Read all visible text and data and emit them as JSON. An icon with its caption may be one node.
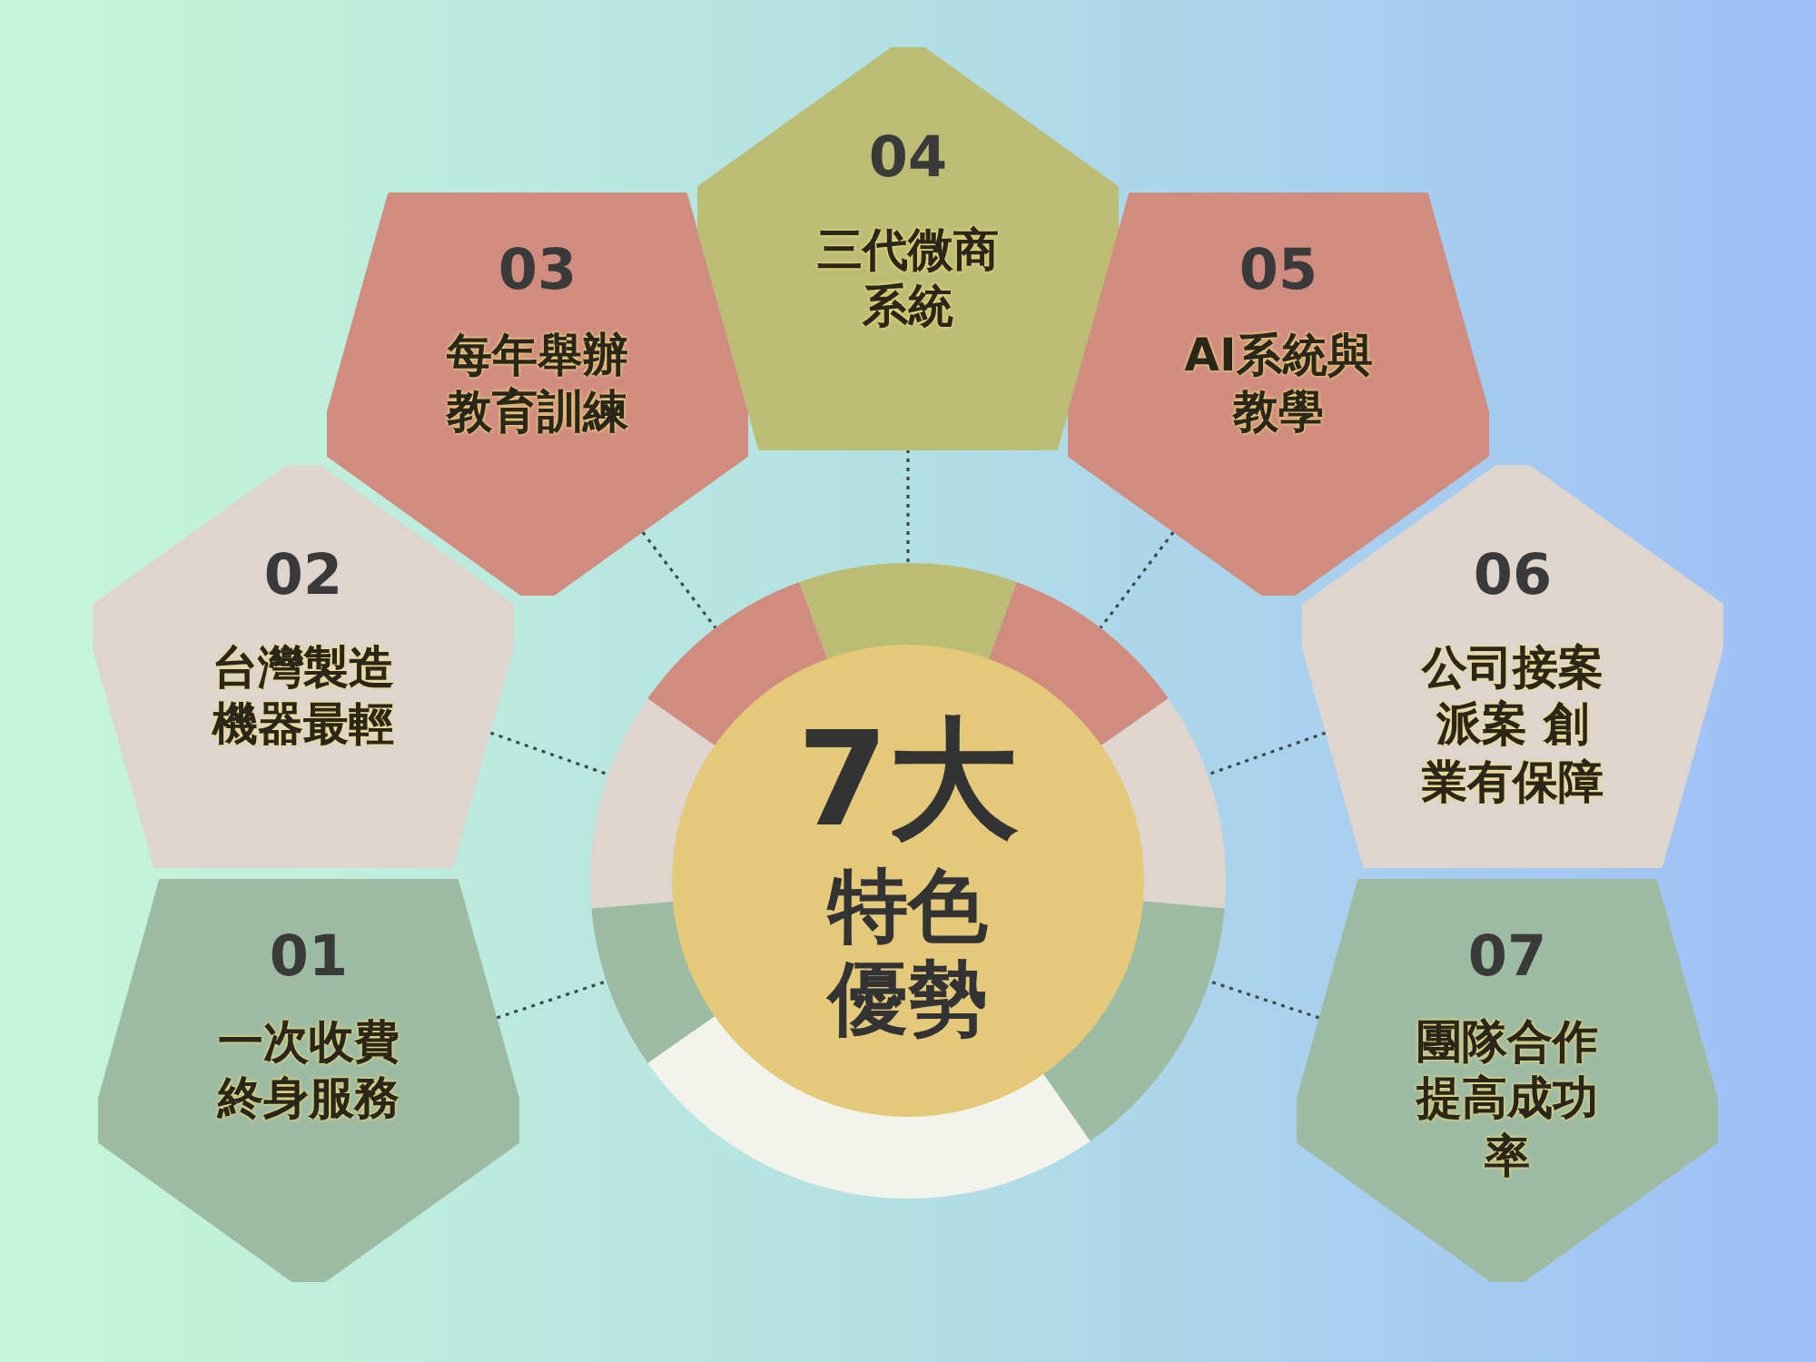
{
  "diagram": {
    "nodes": [
      {
        "text": [
          "7大",
          "特色優勢"
        ]
      },
      {
        "text": [
          "01",
          "一次收費終身服務"
        ]
      },
      {
        "text": [
          "02",
          "台灣製造機器最輕"
        ]
      },
      {
        "text": [
          "03",
          "每年舉辦教育訓練"
        ]
      },
      {
        "text": [
          "04",
          "三代微商系統"
        ]
      },
      {
        "text": [
          "05",
          "AI系統與教學"
        ]
      },
      {
        "text": [
          "06",
          "公司接案派案 創業有保障"
        ]
      },
      {
        "text": [
          "07",
          "團隊合作提高成功率"
        ]
      }
    ],
    "edges": [
      {
        "from": 1,
        "to": 0,
        "arrow": "none",
        "style": "dashed"
      },
      {
        "from": 2,
        "to": 0,
        "arrow": "none",
        "style": "dashed"
      },
      {
        "from": 3,
        "to": 0,
        "arrow": "none",
        "style": "dashed"
      },
      {
        "from": 4,
        "to": 0,
        "arrow": "none",
        "style": "dashed"
      },
      {
        "from": 5,
        "to": 0,
        "arrow": "none",
        "style": "dashed"
      },
      {
        "from": 6,
        "to": 0,
        "arrow": "none",
        "style": "dashed"
      },
      {
        "from": 7,
        "to": 0,
        "arrow": "none",
        "style": "dashed"
      }
    ]
  }
}
